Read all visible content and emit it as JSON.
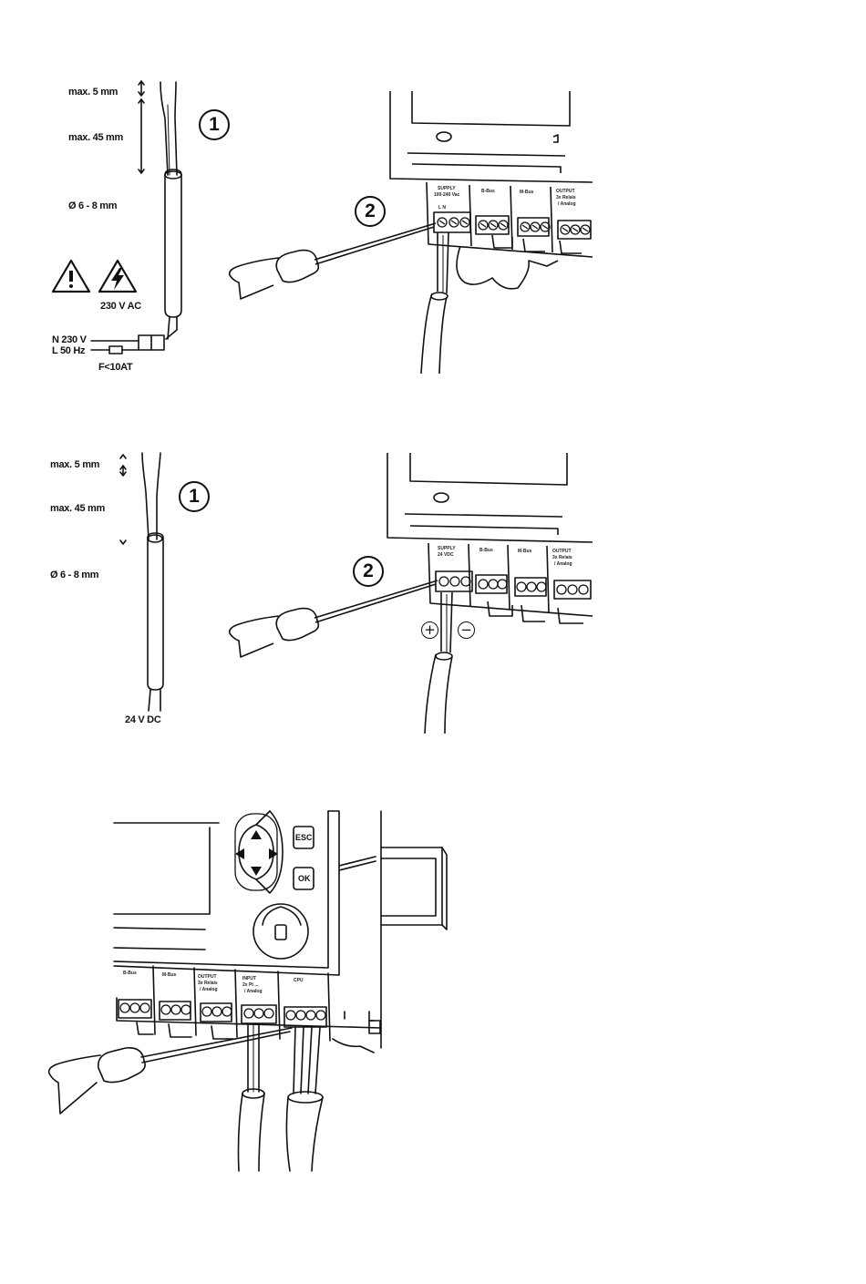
{
  "diagram1": {
    "dim_strip": "max. 5 mm",
    "dim_length": "max. 45 mm",
    "dim_diameter": "Ø 6 - 8 mm",
    "voltage": "230 V AC",
    "neutral_label": "N 230 V",
    "line_label": "L 50 Hz",
    "fuse_label": "F<10AT",
    "step1": "1",
    "step2": "2",
    "module_labels": [
      "SUPPLY",
      "100-240 Vac",
      "L   N",
      "B-Bus",
      "M-Bus",
      "OUTPUT",
      "3x Relais",
      "/ Analog"
    ]
  },
  "diagram2": {
    "dim_strip": "max. 5 mm",
    "dim_length": "max. 45 mm",
    "dim_diameter": "Ø 6 - 8 mm",
    "voltage": "24 V DC",
    "step1": "1",
    "step2": "2",
    "plus": "+",
    "minus": "−",
    "module_labels": [
      "SUPPLY",
      "24 VDC",
      "B-Bus",
      "M-Bus",
      "OUTPUT",
      "3x Relais",
      "/ Analog"
    ]
  },
  "diagram3": {
    "esc_label": "ESC",
    "ok_label": "OK",
    "module_labels": [
      "B-Bus",
      "M-Bus",
      "OUTPUT",
      "3x Relais",
      "/ Analog",
      "INPUT",
      "2x Pt ...",
      "/ Analog",
      "CPU"
    ]
  },
  "colors": {
    "line": "#111111",
    "paper": "#ffffff"
  }
}
